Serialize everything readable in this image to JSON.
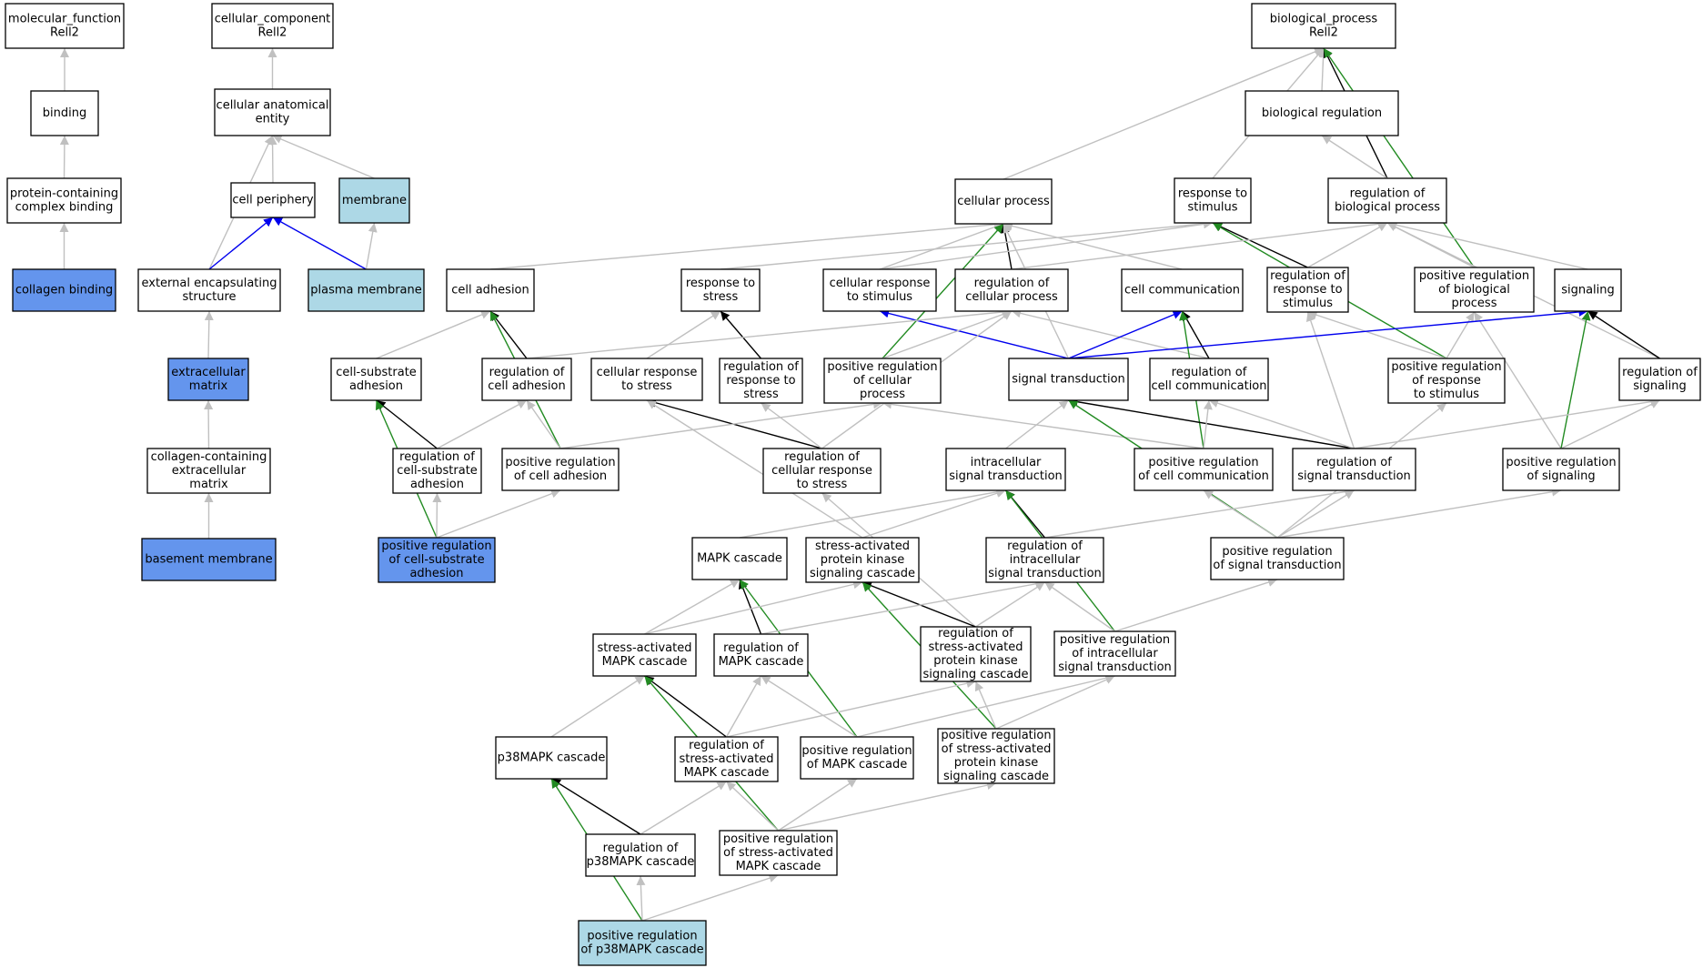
{
  "colors": {
    "white": "#ffffff",
    "light_blue": "#add8e6",
    "cornflower": "#6495ed",
    "gray_edge": "#c0c0c0",
    "black_edge": "#000000",
    "blue_edge": "#0000ee",
    "green_edge": "#228b22"
  },
  "nodes": [
    {
      "id": "mf",
      "lines": [
        "molecular_function",
        "Rell2"
      ],
      "fill": "white"
    },
    {
      "id": "binding",
      "lines": [
        "binding"
      ],
      "fill": "white"
    },
    {
      "id": "pcb",
      "lines": [
        "protein-containing",
        "complex binding"
      ],
      "fill": "white"
    },
    {
      "id": "colbind",
      "lines": [
        "collagen binding"
      ],
      "fill": "cornflower"
    },
    {
      "id": "cc",
      "lines": [
        "cellular_component",
        "Rell2"
      ],
      "fill": "white"
    },
    {
      "id": "cae",
      "lines": [
        "cellular anatomical",
        "entity"
      ],
      "fill": "white"
    },
    {
      "id": "periph",
      "lines": [
        "cell periphery"
      ],
      "fill": "white"
    },
    {
      "id": "membrane",
      "lines": [
        "membrane"
      ],
      "fill": "light_blue"
    },
    {
      "id": "pm",
      "lines": [
        "plasma membrane"
      ],
      "fill": "light_blue"
    },
    {
      "id": "ees",
      "lines": [
        "external encapsulating",
        "structure"
      ],
      "fill": "white"
    },
    {
      "id": "ecm",
      "lines": [
        "extracellular",
        "matrix"
      ],
      "fill": "cornflower"
    },
    {
      "id": "ccem",
      "lines": [
        "collagen-containing",
        "extracellular",
        "matrix"
      ],
      "fill": "white"
    },
    {
      "id": "bm",
      "lines": [
        "basement membrane"
      ],
      "fill": "cornflower"
    },
    {
      "id": "bp",
      "lines": [
        "biological_process",
        "Rell2"
      ],
      "fill": "white"
    },
    {
      "id": "breg",
      "lines": [
        "biological regulation"
      ],
      "fill": "white"
    },
    {
      "id": "cp",
      "lines": [
        "cellular process"
      ],
      "fill": "white"
    },
    {
      "id": "rts",
      "lines": [
        "response to",
        "stimulus"
      ],
      "fill": "white"
    },
    {
      "id": "rbp",
      "lines": [
        "regulation of",
        "biological process"
      ],
      "fill": "white"
    },
    {
      "id": "cadh",
      "lines": [
        "cell adhesion"
      ],
      "fill": "white"
    },
    {
      "id": "rtstress",
      "lines": [
        "response to",
        "stress"
      ],
      "fill": "white"
    },
    {
      "id": "crts",
      "lines": [
        "cellular response",
        "to stimulus"
      ],
      "fill": "white"
    },
    {
      "id": "rcp",
      "lines": [
        "regulation of",
        "cellular process"
      ],
      "fill": "white"
    },
    {
      "id": "ccomm",
      "lines": [
        "cell communication"
      ],
      "fill": "white"
    },
    {
      "id": "rrts",
      "lines": [
        "regulation of",
        "response to",
        "stimulus"
      ],
      "fill": "white"
    },
    {
      "id": "prbp",
      "lines": [
        "positive regulation",
        "of biological",
        "process"
      ],
      "fill": "white"
    },
    {
      "id": "signaling",
      "lines": [
        "signaling"
      ],
      "fill": "white"
    },
    {
      "id": "csa",
      "lines": [
        "cell-substrate",
        "adhesion"
      ],
      "fill": "white"
    },
    {
      "id": "rca",
      "lines": [
        "regulation of",
        "cell adhesion"
      ],
      "fill": "white"
    },
    {
      "id": "crstress",
      "lines": [
        "cellular response",
        "to stress"
      ],
      "fill": "white"
    },
    {
      "id": "rrstress",
      "lines": [
        "regulation of",
        "response to",
        "stress"
      ],
      "fill": "white"
    },
    {
      "id": "prcp",
      "lines": [
        "positive regulation",
        "of cellular",
        "process"
      ],
      "fill": "white"
    },
    {
      "id": "st",
      "lines": [
        "signal transduction"
      ],
      "fill": "white"
    },
    {
      "id": "rcc",
      "lines": [
        "regulation of",
        "cell communication"
      ],
      "fill": "white"
    },
    {
      "id": "prrts",
      "lines": [
        "positive regulation",
        "of response",
        "to stimulus"
      ],
      "fill": "white"
    },
    {
      "id": "rsig",
      "lines": [
        "regulation of",
        "signaling"
      ],
      "fill": "white"
    },
    {
      "id": "rcsa",
      "lines": [
        "regulation of",
        "cell-substrate",
        "adhesion"
      ],
      "fill": "white"
    },
    {
      "id": "prca",
      "lines": [
        "positive regulation",
        "of cell adhesion"
      ],
      "fill": "white"
    },
    {
      "id": "rcrs",
      "lines": [
        "regulation of",
        "cellular response",
        "to stress"
      ],
      "fill": "white"
    },
    {
      "id": "ist",
      "lines": [
        "intracellular",
        "signal transduction"
      ],
      "fill": "white"
    },
    {
      "id": "prcc",
      "lines": [
        "positive regulation",
        "of cell communication"
      ],
      "fill": "white"
    },
    {
      "id": "rst",
      "lines": [
        "regulation of",
        "signal transduction"
      ],
      "fill": "white"
    },
    {
      "id": "prsig",
      "lines": [
        "positive regulation",
        "of signaling"
      ],
      "fill": "white"
    },
    {
      "id": "prcsa",
      "lines": [
        "positive regulation",
        "of cell-substrate",
        "adhesion"
      ],
      "fill": "cornflower"
    },
    {
      "id": "mapk",
      "lines": [
        "MAPK cascade"
      ],
      "fill": "white"
    },
    {
      "id": "sapk",
      "lines": [
        "stress-activated",
        "protein kinase",
        "signaling cascade"
      ],
      "fill": "white"
    },
    {
      "id": "rist",
      "lines": [
        "regulation of",
        "intracellular",
        "signal transduction"
      ],
      "fill": "white"
    },
    {
      "id": "prst",
      "lines": [
        "positive regulation",
        "of signal transduction"
      ],
      "fill": "white"
    },
    {
      "id": "samapk",
      "lines": [
        "stress-activated",
        "MAPK cascade"
      ],
      "fill": "white"
    },
    {
      "id": "rmapk",
      "lines": [
        "regulation of",
        "MAPK cascade"
      ],
      "fill": "white"
    },
    {
      "id": "rsapk",
      "lines": [
        "regulation of",
        "stress-activated",
        "protein kinase",
        "signaling cascade"
      ],
      "fill": "white"
    },
    {
      "id": "prist",
      "lines": [
        "positive regulation",
        "of intracellular",
        "signal transduction"
      ],
      "fill": "white"
    },
    {
      "id": "p38",
      "lines": [
        "p38MAPK cascade"
      ],
      "fill": "white"
    },
    {
      "id": "rsamapk",
      "lines": [
        "regulation of",
        "stress-activated",
        "MAPK cascade"
      ],
      "fill": "white"
    },
    {
      "id": "prmapk",
      "lines": [
        "positive regulation",
        "of MAPK cascade"
      ],
      "fill": "white"
    },
    {
      "id": "prsapk",
      "lines": [
        "positive regulation",
        "of stress-activated",
        "protein kinase",
        "signaling cascade"
      ],
      "fill": "white"
    },
    {
      "id": "rp38",
      "lines": [
        "regulation of",
        "p38MAPK cascade"
      ],
      "fill": "white"
    },
    {
      "id": "prsamapk",
      "lines": [
        "positive regulation",
        "of stress-activated",
        "MAPK cascade"
      ],
      "fill": "white"
    },
    {
      "id": "prp38",
      "lines": [
        "positive regulation",
        "of p38MAPK cascade"
      ],
      "fill": "light_blue"
    }
  ],
  "edges": [
    {
      "from": "binding",
      "to": "mf",
      "kind": "gray"
    },
    {
      "from": "pcb",
      "to": "binding",
      "kind": "gray"
    },
    {
      "from": "colbind",
      "to": "pcb",
      "kind": "gray"
    },
    {
      "from": "cae",
      "to": "cc",
      "kind": "gray"
    },
    {
      "from": "periph",
      "to": "cae",
      "kind": "gray"
    },
    {
      "from": "membrane",
      "to": "cae",
      "kind": "gray"
    },
    {
      "from": "ees",
      "to": "cae",
      "kind": "gray"
    },
    {
      "from": "pm",
      "to": "periph",
      "kind": "blue"
    },
    {
      "from": "pm",
      "to": "membrane",
      "kind": "gray"
    },
    {
      "from": "ees",
      "to": "periph",
      "kind": "blue"
    },
    {
      "from": "ecm",
      "to": "ees",
      "kind": "gray"
    },
    {
      "from": "ccem",
      "to": "ecm",
      "kind": "gray"
    },
    {
      "from": "bm",
      "to": "ccem",
      "kind": "gray"
    },
    {
      "from": "cp",
      "to": "bp",
      "kind": "gray"
    },
    {
      "from": "rts",
      "to": "bp",
      "kind": "gray"
    },
    {
      "from": "breg",
      "to": "bp",
      "kind": "gray"
    },
    {
      "from": "rbp",
      "to": "bp",
      "kind": "black"
    },
    {
      "from": "prbp",
      "to": "bp",
      "kind": "green"
    },
    {
      "from": "rbp",
      "to": "breg",
      "kind": "gray"
    },
    {
      "from": "cadh",
      "to": "cp",
      "kind": "gray"
    },
    {
      "from": "crts",
      "to": "cp",
      "kind": "gray"
    },
    {
      "from": "rcp",
      "to": "cp",
      "kind": "black"
    },
    {
      "from": "ccomm",
      "to": "cp",
      "kind": "gray"
    },
    {
      "from": "prcp",
      "to": "cp",
      "kind": "green"
    },
    {
      "from": "st",
      "to": "cp",
      "kind": "gray"
    },
    {
      "from": "rtstress",
      "to": "rts",
      "kind": "gray"
    },
    {
      "from": "crts",
      "to": "rts",
      "kind": "gray"
    },
    {
      "from": "rrts",
      "to": "rts",
      "kind": "black"
    },
    {
      "from": "prrts",
      "to": "rts",
      "kind": "green"
    },
    {
      "from": "rcp",
      "to": "rbp",
      "kind": "gray"
    },
    {
      "from": "rrts",
      "to": "rbp",
      "kind": "gray"
    },
    {
      "from": "prbp",
      "to": "rbp",
      "kind": "gray"
    },
    {
      "from": "signaling",
      "to": "rbp",
      "kind": "gray"
    },
    {
      "from": "rsig",
      "to": "rbp",
      "kind": "gray"
    },
    {
      "from": "csa",
      "to": "cadh",
      "kind": "gray"
    },
    {
      "from": "rca",
      "to": "cadh",
      "kind": "black"
    },
    {
      "from": "prca",
      "to": "cadh",
      "kind": "green"
    },
    {
      "from": "crstress",
      "to": "rtstress",
      "kind": "gray"
    },
    {
      "from": "rrstress",
      "to": "rtstress",
      "kind": "black"
    },
    {
      "from": "st",
      "to": "crts",
      "kind": "blue"
    },
    {
      "from": "rca",
      "to": "rcp",
      "kind": "gray"
    },
    {
      "from": "prcp",
      "to": "rcp",
      "kind": "gray"
    },
    {
      "from": "rcc",
      "to": "rcp",
      "kind": "gray"
    },
    {
      "from": "rcrs",
      "to": "rcp",
      "kind": "gray"
    },
    {
      "from": "st",
      "to": "ccomm",
      "kind": "blue"
    },
    {
      "from": "rcc",
      "to": "ccomm",
      "kind": "black"
    },
    {
      "from": "prcc",
      "to": "ccomm",
      "kind": "green"
    },
    {
      "from": "prrts",
      "to": "rrts",
      "kind": "gray"
    },
    {
      "from": "rst",
      "to": "rrts",
      "kind": "gray"
    },
    {
      "from": "prrts",
      "to": "prbp",
      "kind": "gray"
    },
    {
      "from": "prsig",
      "to": "prbp",
      "kind": "gray"
    },
    {
      "from": "st",
      "to": "signaling",
      "kind": "blue"
    },
    {
      "from": "rsig",
      "to": "signaling",
      "kind": "black"
    },
    {
      "from": "prsig",
      "to": "signaling",
      "kind": "green"
    },
    {
      "from": "rcsa",
      "to": "csa",
      "kind": "black"
    },
    {
      "from": "prcsa",
      "to": "csa",
      "kind": "green"
    },
    {
      "from": "rcsa",
      "to": "rca",
      "kind": "gray"
    },
    {
      "from": "prca",
      "to": "rca",
      "kind": "gray"
    },
    {
      "from": "rcrs",
      "to": "crstress",
      "kind": "black"
    },
    {
      "from": "sapk",
      "to": "crstress",
      "kind": "gray"
    },
    {
      "from": "rcrs",
      "to": "rrstress",
      "kind": "gray"
    },
    {
      "from": "prca",
      "to": "prcp",
      "kind": "gray"
    },
    {
      "from": "prcc",
      "to": "prcp",
      "kind": "gray"
    },
    {
      "from": "ist",
      "to": "st",
      "kind": "gray"
    },
    {
      "from": "rst",
      "to": "st",
      "kind": "black"
    },
    {
      "from": "prst",
      "to": "st",
      "kind": "green"
    },
    {
      "from": "prcc",
      "to": "rcc",
      "kind": "gray"
    },
    {
      "from": "rst",
      "to": "rcc",
      "kind": "gray"
    },
    {
      "from": "prst",
      "to": "prrts",
      "kind": "gray"
    },
    {
      "from": "prsig",
      "to": "rsig",
      "kind": "gray"
    },
    {
      "from": "rst",
      "to": "rsig",
      "kind": "gray"
    },
    {
      "from": "prcsa",
      "to": "rcsa",
      "kind": "gray"
    },
    {
      "from": "prcsa",
      "to": "prca",
      "kind": "gray"
    },
    {
      "from": "rsapk",
      "to": "rcrs",
      "kind": "gray"
    },
    {
      "from": "mapk",
      "to": "ist",
      "kind": "gray"
    },
    {
      "from": "sapk",
      "to": "ist",
      "kind": "gray"
    },
    {
      "from": "rist",
      "to": "ist",
      "kind": "black"
    },
    {
      "from": "prist",
      "to": "ist",
      "kind": "green"
    },
    {
      "from": "prst",
      "to": "prcc",
      "kind": "gray"
    },
    {
      "from": "prst",
      "to": "rst",
      "kind": "gray"
    },
    {
      "from": "rist",
      "to": "rst",
      "kind": "gray"
    },
    {
      "from": "prst",
      "to": "prsig",
      "kind": "gray"
    },
    {
      "from": "samapk",
      "to": "mapk",
      "kind": "gray"
    },
    {
      "from": "rmapk",
      "to": "mapk",
      "kind": "black"
    },
    {
      "from": "prmapk",
      "to": "mapk",
      "kind": "green"
    },
    {
      "from": "samapk",
      "to": "sapk",
      "kind": "gray"
    },
    {
      "from": "rsapk",
      "to": "sapk",
      "kind": "black"
    },
    {
      "from": "prsapk",
      "to": "sapk",
      "kind": "green"
    },
    {
      "from": "rmapk",
      "to": "rist",
      "kind": "gray"
    },
    {
      "from": "rsapk",
      "to": "rist",
      "kind": "gray"
    },
    {
      "from": "prist",
      "to": "rist",
      "kind": "gray"
    },
    {
      "from": "prist",
      "to": "prst",
      "kind": "gray"
    },
    {
      "from": "p38",
      "to": "samapk",
      "kind": "gray"
    },
    {
      "from": "rsamapk",
      "to": "samapk",
      "kind": "black"
    },
    {
      "from": "prsamapk",
      "to": "samapk",
      "kind": "green"
    },
    {
      "from": "rsamapk",
      "to": "rmapk",
      "kind": "gray"
    },
    {
      "from": "prmapk",
      "to": "rmapk",
      "kind": "gray"
    },
    {
      "from": "rsamapk",
      "to": "rsapk",
      "kind": "gray"
    },
    {
      "from": "prsapk",
      "to": "rsapk",
      "kind": "gray"
    },
    {
      "from": "prmapk",
      "to": "prist",
      "kind": "gray"
    },
    {
      "from": "prsapk",
      "to": "prist",
      "kind": "gray"
    },
    {
      "from": "rp38",
      "to": "p38",
      "kind": "black"
    },
    {
      "from": "prp38",
      "to": "p38",
      "kind": "green"
    },
    {
      "from": "rp38",
      "to": "rsamapk",
      "kind": "gray"
    },
    {
      "from": "prsamapk",
      "to": "rsamapk",
      "kind": "gray"
    },
    {
      "from": "prsamapk",
      "to": "prmapk",
      "kind": "gray"
    },
    {
      "from": "prsamapk",
      "to": "prsapk",
      "kind": "gray"
    },
    {
      "from": "prp38",
      "to": "rp38",
      "kind": "gray"
    },
    {
      "from": "prp38",
      "to": "prsamapk",
      "kind": "gray"
    }
  ]
}
